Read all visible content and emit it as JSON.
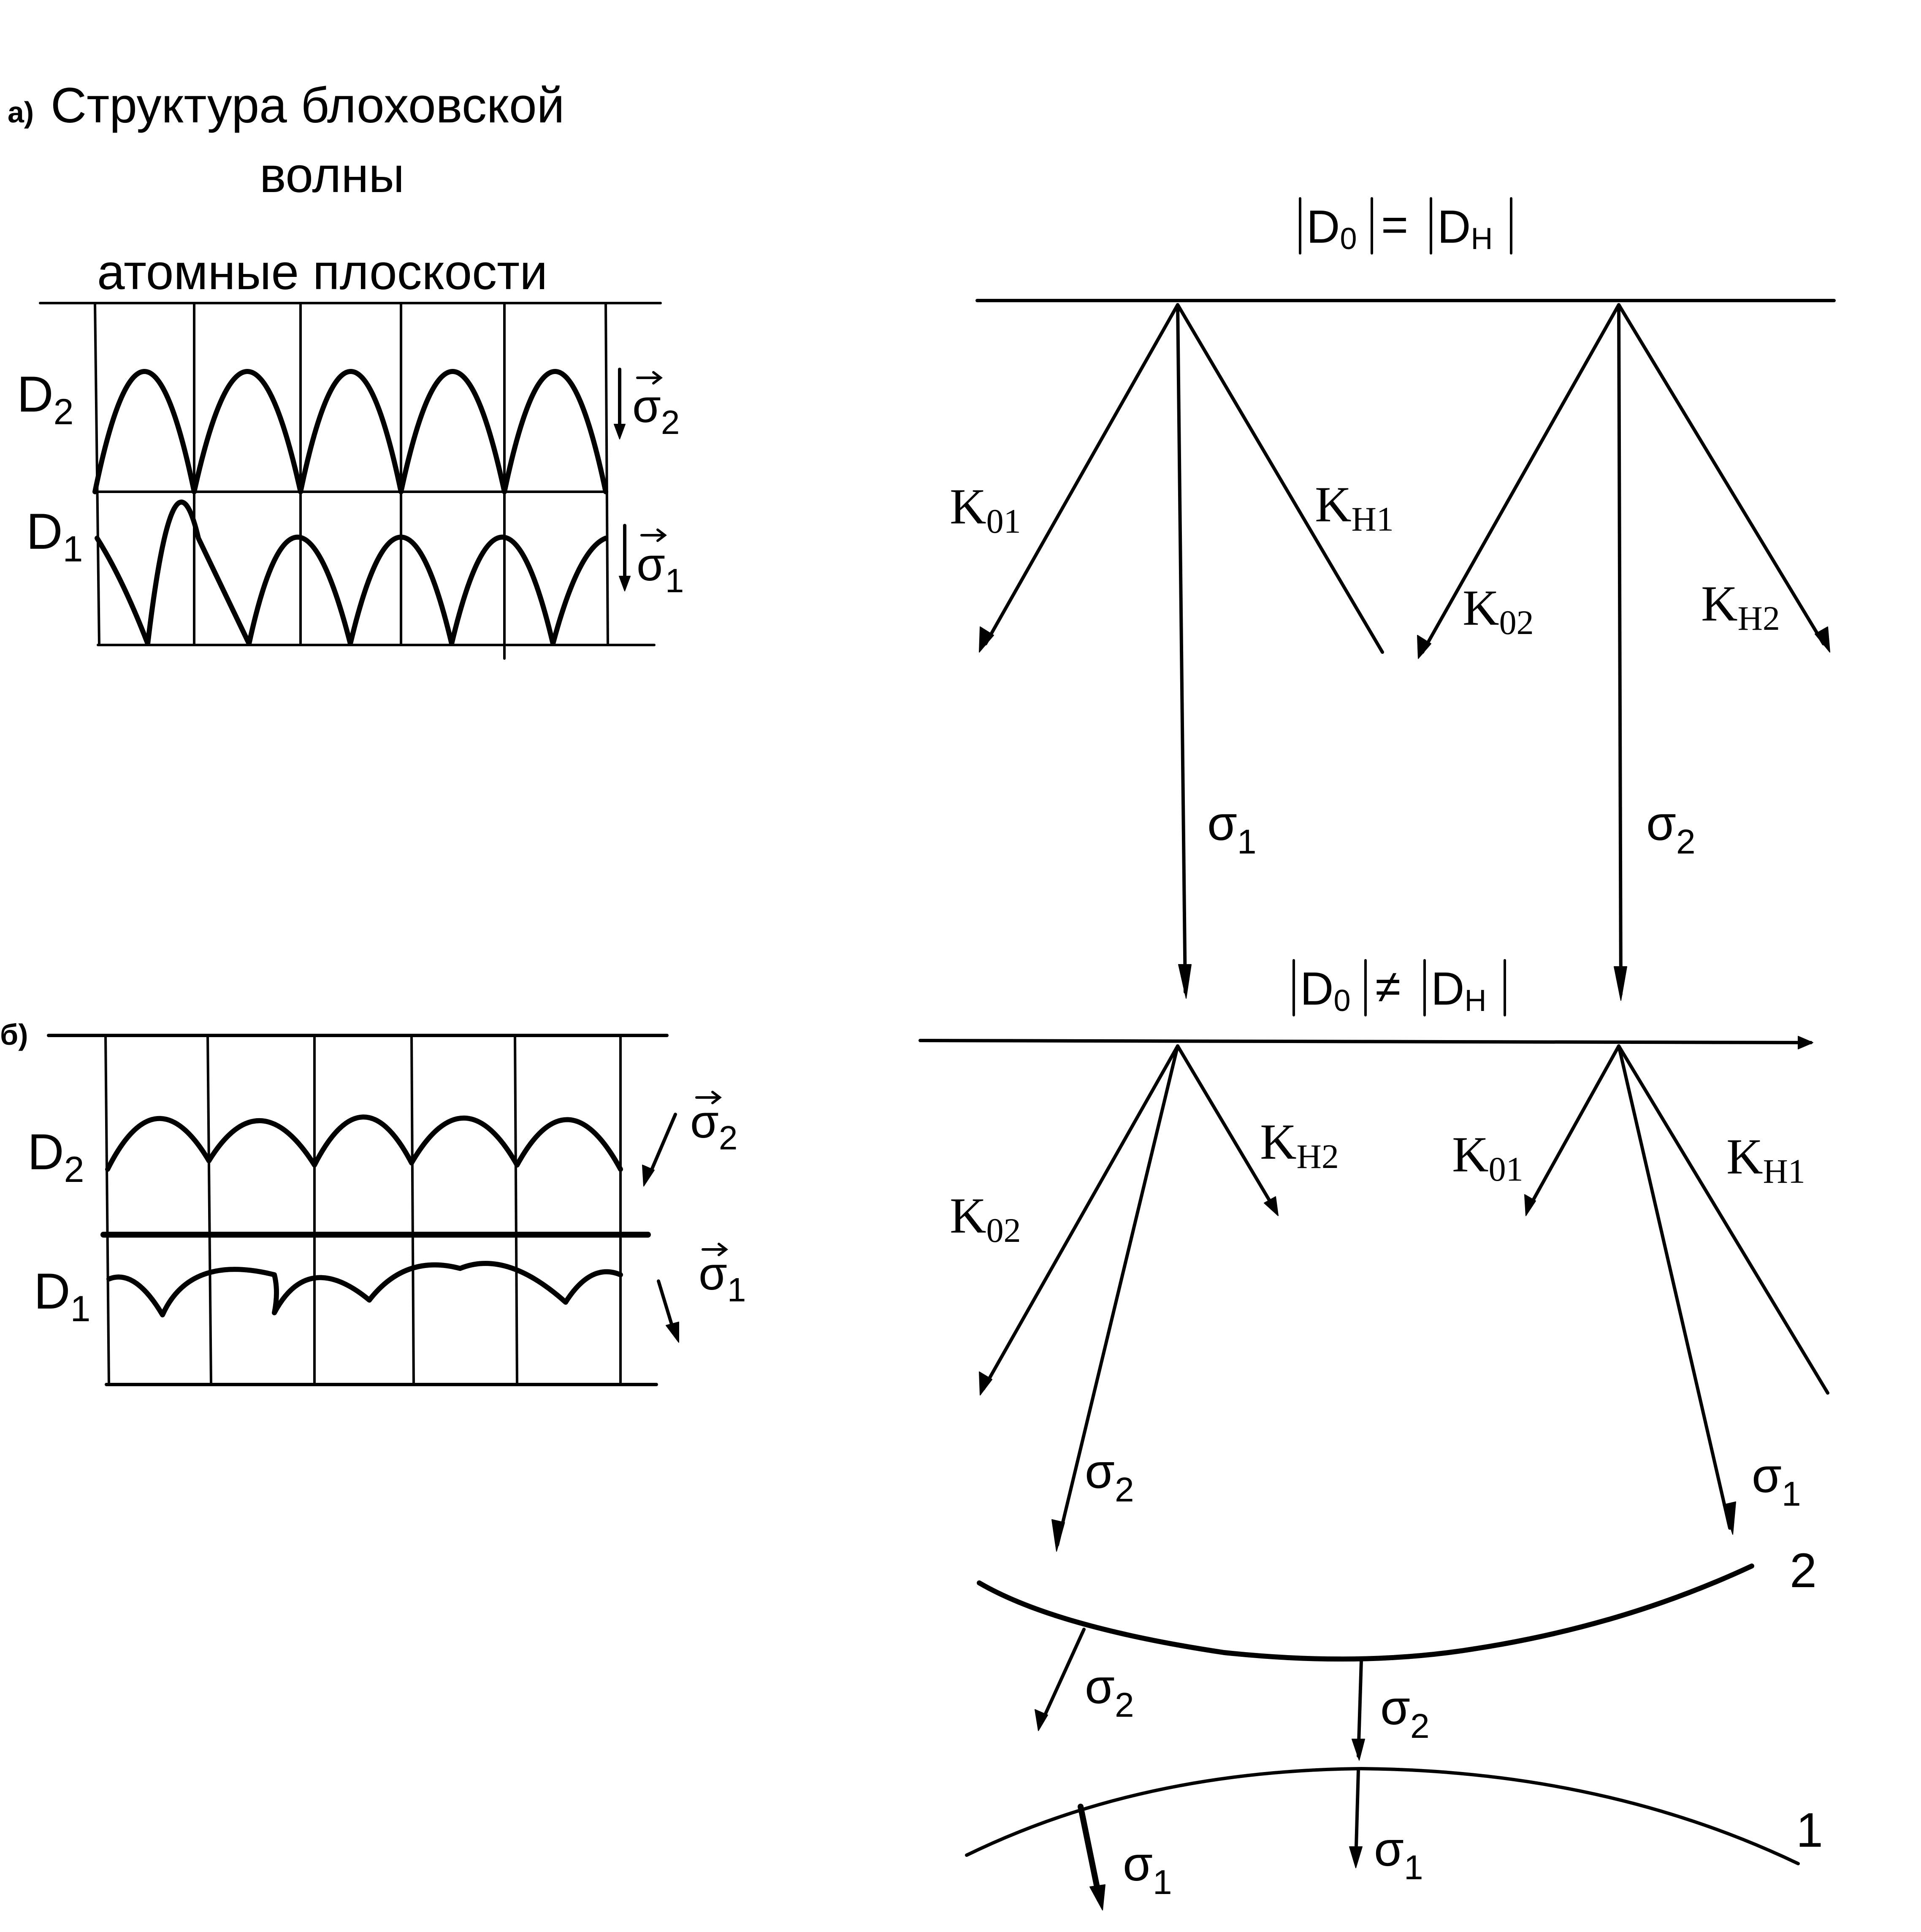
{
  "panel_a": {
    "marker": "а)",
    "title_line1": "Структура блоховской",
    "title_line2": "волны",
    "planes_label": "атомные плоскости",
    "d2_label": "D",
    "d2_sub": "2",
    "d1_label": "D",
    "d1_sub": "1",
    "sigma2_label": "σ",
    "sigma2_sub": "2",
    "sigma1_label": "σ",
    "sigma1_sub": "1"
  },
  "panel_b": {
    "marker": "б)",
    "d2_label": "D",
    "d2_sub": "2",
    "d1_label": "D",
    "d1_sub": "1",
    "sigma2_label": "σ",
    "sigma2_sub": "2",
    "sigma1_label": "σ",
    "sigma1_sub": "1"
  },
  "top_condition": {
    "left_bar": "|",
    "d0": "D",
    "d0_sub": "0",
    "mid": "| = |",
    "dh": "D",
    "dh_sub": "H",
    "right_bar": "|"
  },
  "top_vectors": {
    "k01": "K",
    "k01_sub": "01",
    "kh1": "K",
    "kh1_sub": "H1",
    "k02": "K",
    "k02_sub": "02",
    "kh2": "K",
    "kh2_sub": "H2",
    "sigma1": "σ",
    "sigma1_sub": "1",
    "sigma2": "σ",
    "sigma2_sub": "2"
  },
  "mid_condition": {
    "left_bar": "|",
    "d0": "D",
    "d0_sub": "0",
    "mid": "| ≠ |",
    "dh": "D",
    "dh_sub": "H",
    "right_bar": "|"
  },
  "mid_vectors": {
    "k02": "K",
    "k02_sub": "02",
    "kh2": "K",
    "kh2_sub": "H2",
    "k01": "K",
    "k01_sub": "01",
    "kh1": "K",
    "kh1_sub": "H1",
    "sigma2": "σ",
    "sigma2_sub": "2",
    "sigma1": "σ",
    "sigma1_sub": "1"
  },
  "surfaces": {
    "surface2_label": "2",
    "surface1_label": "1",
    "s2_left": "σ",
    "s2_left_sub": "2",
    "s2_center": "σ",
    "s2_center_sub": "2",
    "s1_left": "σ",
    "s1_left_sub": "1",
    "s1_center": "σ",
    "s1_center_sub": "1"
  }
}
